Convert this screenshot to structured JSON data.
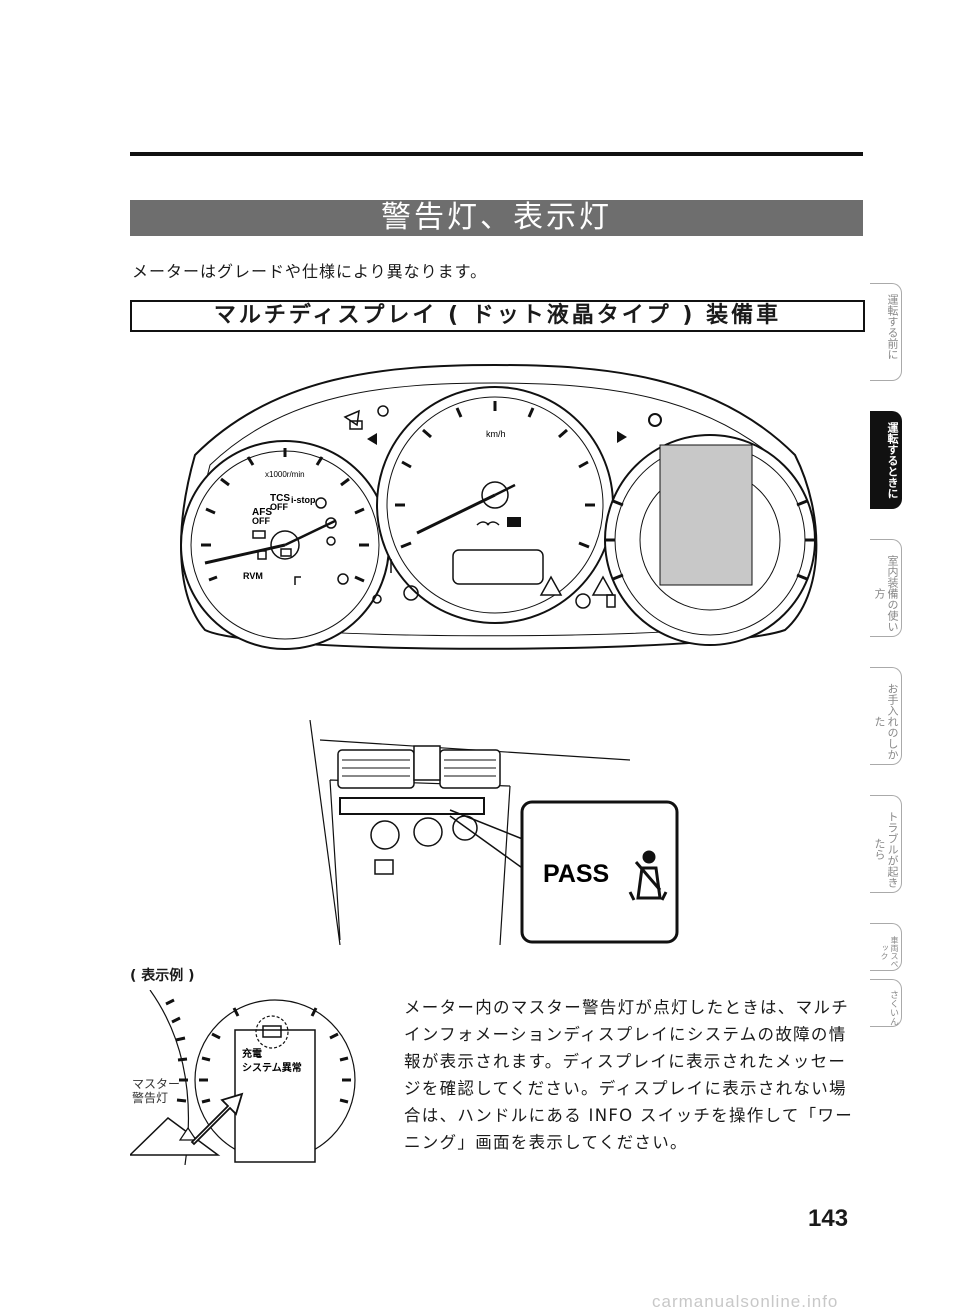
{
  "header": {
    "section_title": "警告灯、表示灯",
    "intro": "メーターはグレードや仕様により異なります。",
    "subheading": "マルチディスプレイ ( ドット液晶タイプ ) 装備車"
  },
  "side_tabs": [
    {
      "label": "運転する前に",
      "active": false
    },
    {
      "label": "運転するときに",
      "active": true
    },
    {
      "label": "室内装備の使い方",
      "active": false
    },
    {
      "label": "お手入れのしかた",
      "active": false
    },
    {
      "label": "トラブルが起きたら",
      "active": false
    },
    {
      "label": "車両スペック",
      "active": false
    },
    {
      "label": "さくいん",
      "active": false
    }
  ],
  "cluster": {
    "tach_unit": "x1000r/min",
    "speed_unit": "km/h",
    "tcs_label": "TCS",
    "off_label": "OFF",
    "istop_label": "i-stop",
    "afs_label": "AFS",
    "afs_off_label": "OFF",
    "rvm_label": "RVM"
  },
  "console": {
    "pass_label": "PASS"
  },
  "example": {
    "label": "( 表示例 )",
    "master_warning_label": "マスター\n警告灯",
    "display_title": "充電",
    "display_message": "システム異常"
  },
  "body_text": "メーター内のマスター警告灯が点灯したときは、マルチインフォメーションディスプレイにシステムの故障の情報が表示されます。ディスプレイに表示されたメッセージを確認してください。ディスプレイに表示されない場合は、ハンドルにある INFO スイッチを操作して「ワーニング」画面を表示してください。",
  "page_number": "143",
  "watermark": "carmanualsonline.info"
}
